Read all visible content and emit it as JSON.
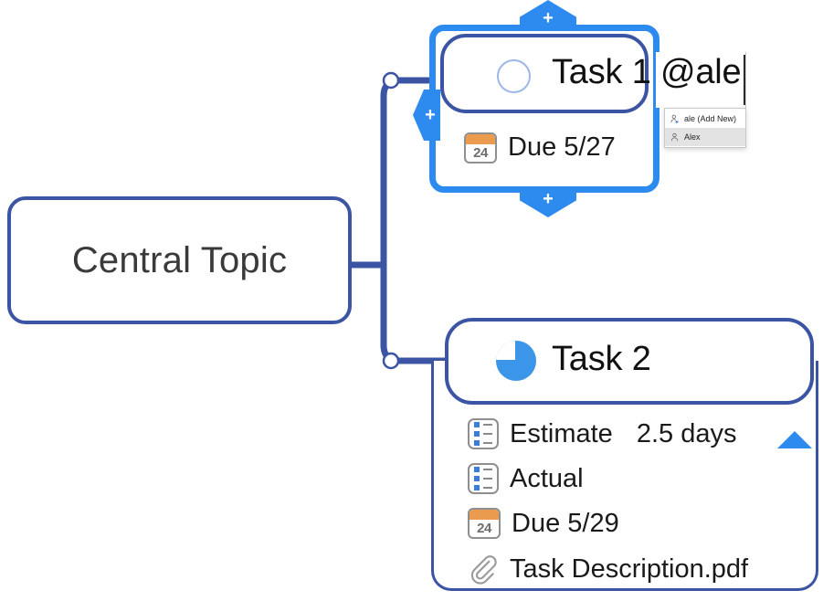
{
  "app": {
    "type": "mind-map-editor",
    "colors": {
      "node_border": "#3b55a4",
      "selection": "#2d8bf0",
      "accent_blue": "#3b95e8",
      "calendar_orange": "#eb9b4e",
      "text": "#1a1a1a"
    }
  },
  "central": {
    "label": "Central Topic"
  },
  "task1": {
    "title_text": "Task 1 @ale",
    "progress_icon": "progress-ring-empty",
    "progress_percent": 0,
    "details": [
      {
        "icon": "calendar-icon",
        "day": "24",
        "label": "Due 5/27"
      }
    ],
    "handles": {
      "top": "+",
      "bottom": "+",
      "left": "+"
    },
    "autocomplete": {
      "items": [
        {
          "icon": "person-add-icon",
          "label": "ale (Add New)",
          "selected": false
        },
        {
          "icon": "person-icon",
          "label": "Alex",
          "selected": true
        }
      ]
    }
  },
  "task2": {
    "title_text": "Task 2",
    "progress_icon": "pie-chart-icon",
    "progress_percent": 75,
    "collapse_indicator": "triangle-up-icon",
    "properties": [
      {
        "icon": "list-icon",
        "label": "Estimate",
        "value": "2.5 days"
      },
      {
        "icon": "list-icon",
        "label": "Actual",
        "value": ""
      },
      {
        "icon": "calendar-icon",
        "day": "24",
        "label": "Due 5/29",
        "value": ""
      },
      {
        "icon": "attachment-icon",
        "label": "Task Description.pdf",
        "value": ""
      }
    ]
  }
}
